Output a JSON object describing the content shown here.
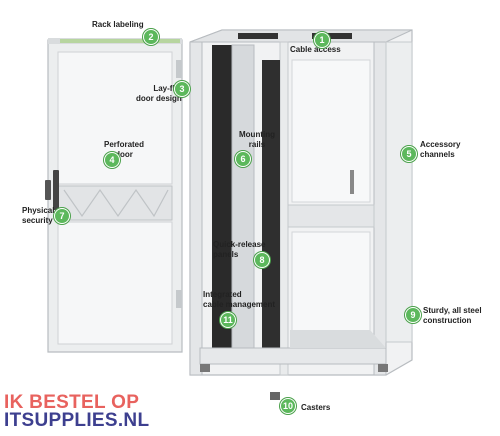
{
  "watermark": {
    "line1": "IK BESTEL OP",
    "line2": "ITSUPPLIES.NL"
  },
  "colors": {
    "badge": "#5cb85c",
    "watermark_line1": "#e8625e",
    "watermark_line2": "#3d3f8f",
    "rack": "#e4e6e8",
    "rack_dark": "#2a2a2a"
  },
  "callouts": [
    {
      "number": "1",
      "label": "Cable access"
    },
    {
      "number": "2",
      "label": "Rack labeling"
    },
    {
      "number": "3",
      "label": "Lay-flat\ndoor design"
    },
    {
      "number": "4",
      "label": "Perforated\ndoor"
    },
    {
      "number": "5",
      "label": "Accessory\nchannels"
    },
    {
      "number": "6",
      "label": "Mounting\nrails"
    },
    {
      "number": "7",
      "label": "Physical\nsecurity"
    },
    {
      "number": "8",
      "label": "Quick-release\npanels"
    },
    {
      "number": "9",
      "label": "Sturdy, all steel\nconstruction"
    },
    {
      "number": "10",
      "label": "Casters"
    },
    {
      "number": "11",
      "label": "Integrated\ncable management"
    }
  ]
}
